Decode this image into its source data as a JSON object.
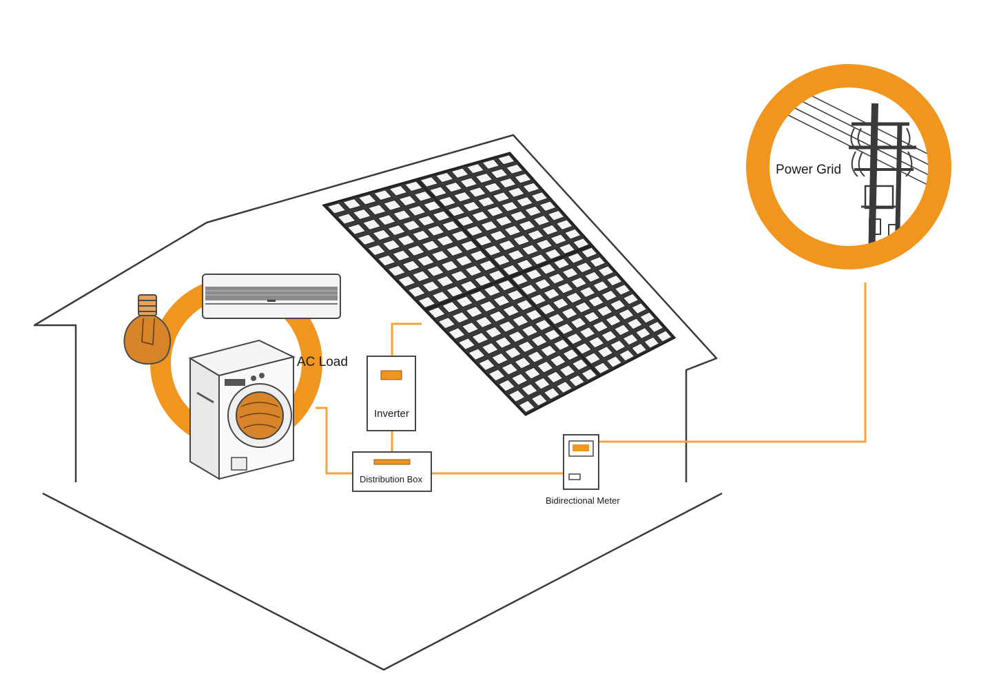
{
  "labels": {
    "power_grid": "Power Grid",
    "ac_load": "AC Load",
    "inverter": "Inverter",
    "distribution_box": "Distribution Box",
    "bidirectional_meter": "Bidirectional Meter"
  },
  "colors": {
    "accent": "#F0961E",
    "wire": "#F2A33A",
    "outline": "#444444",
    "panel": "#2f2f2f",
    "background": "#ffffff"
  },
  "icons": [
    "house-outline",
    "solar-panel-icon",
    "light-bulb-icon",
    "air-conditioner-icon",
    "washing-machine-icon",
    "inverter-icon",
    "distribution-box-icon",
    "meter-icon",
    "utility-pole-icon"
  ]
}
